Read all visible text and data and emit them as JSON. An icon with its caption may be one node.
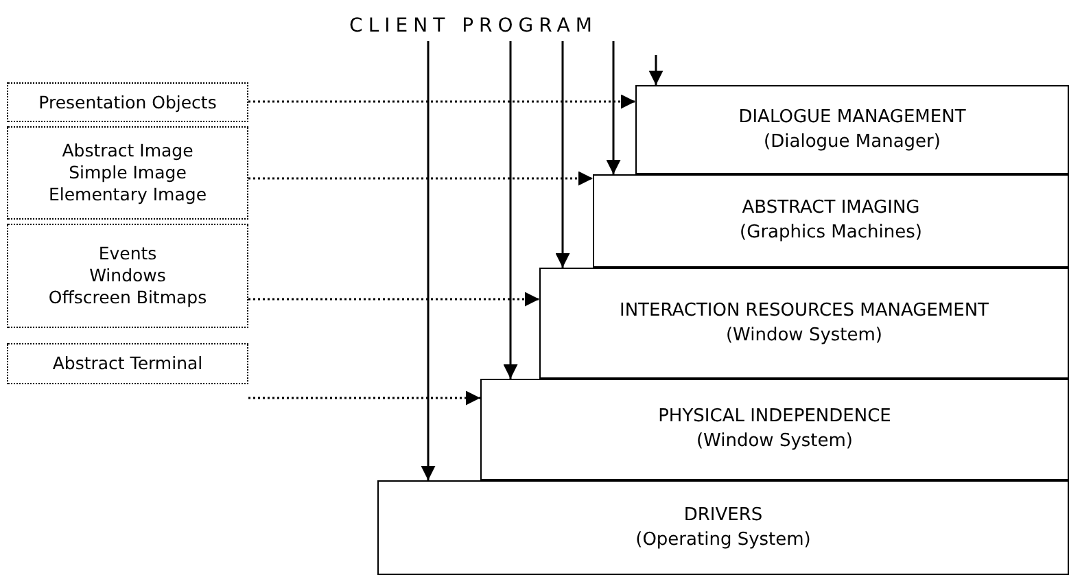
{
  "diagram": {
    "nodes": [
      {
        "text": [
          "CLIENT PROGRAM"
        ]
      },
      {
        "text": [
          "DIALOGUE MANAGEMENT",
          "(Dialogue Manager)"
        ]
      },
      {
        "text": [
          "ABSTRACT IMAGING",
          "(Graphics Machines)"
        ]
      },
      {
        "text": [
          "INTERACTION RESOURCES MANAGEMENT",
          "(Window System)"
        ]
      },
      {
        "text": [
          "PHYSICAL INDEPENDENCE",
          "(Window System)"
        ]
      },
      {
        "text": [
          "DRIVERS",
          "(Operating System)"
        ]
      },
      {
        "text": [
          "Presentation Objects"
        ]
      },
      {
        "text": [
          "Abstract Image",
          "Simple Image",
          "Elementary Image"
        ]
      },
      {
        "text": [
          "Events",
          "Windows",
          "Offscreen Bitmaps"
        ]
      },
      {
        "text": [
          "Abstract Terminal"
        ]
      }
    ],
    "edges": [
      {
        "from": 0,
        "to": 5,
        "arrow": "to"
      },
      {
        "from": 0,
        "to": 4,
        "arrow": "to"
      },
      {
        "from": 0,
        "to": 3,
        "arrow": "to"
      },
      {
        "from": 0,
        "to": 2,
        "arrow": "to"
      },
      {
        "from": null,
        "to": 1,
        "arrow": "to"
      },
      {
        "from": 6,
        "to": 1,
        "arrow": "to",
        "style": "dashed"
      },
      {
        "from": 7,
        "to": 2,
        "arrow": "to",
        "style": "dashed"
      },
      {
        "from": 8,
        "to": 3,
        "arrow": "to",
        "style": "dashed"
      },
      {
        "from": 9,
        "to": 4,
        "arrow": "to",
        "style": "dashed"
      }
    ]
  }
}
